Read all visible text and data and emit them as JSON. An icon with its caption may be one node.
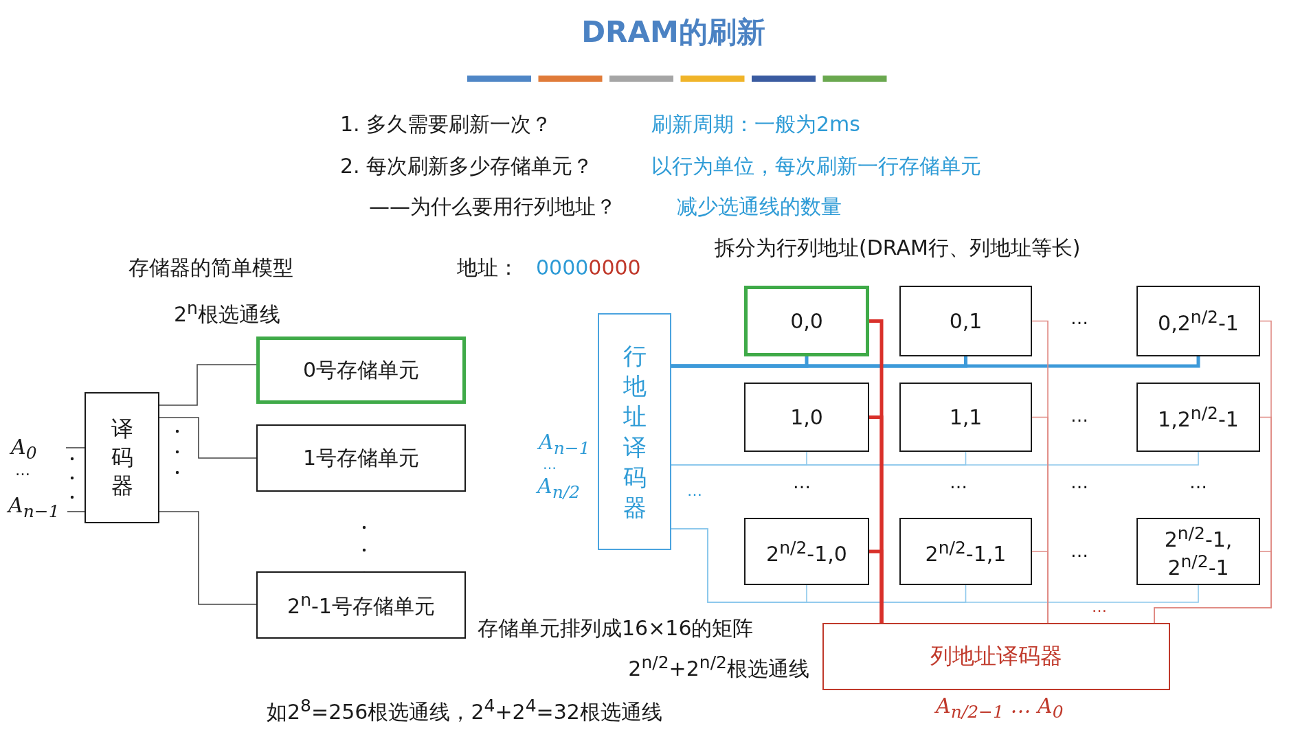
{
  "diagram": {
    "title": "DRAM的刷新",
    "nodes": [
      {
        "text": [
          "译码器"
        ]
      },
      {
        "text": [
          "0号存储单元"
        ]
      },
      {
        "text": [
          "1号存储单元"
        ]
      },
      {
        "text": [
          "2$^{n}$-1号存储单元"
        ]
      },
      {
        "text": [
          "A$_{0}$"
        ]
      },
      {
        "text": [
          "A$_{n−1}$"
        ]
      },
      {
        "text": [
          "行地址译码器"
        ]
      },
      {
        "text": [
          "0,0"
        ]
      },
      {
        "text": [
          "0,1"
        ]
      },
      {
        "text": [
          "0,2$^{n/2}$-1"
        ]
      },
      {
        "text": [
          "1,0"
        ]
      },
      {
        "text": [
          "1,1"
        ]
      },
      {
        "text": [
          "1,2$^{n/2}$-1"
        ]
      },
      {
        "text": [
          "2$^{n/2}$-1,0"
        ]
      },
      {
        "text": [
          "2$^{n/2}$-1,1"
        ]
      },
      {
        "text": [
          "2$^{n/2}$-1, 2$^{n/2}$-1"
        ]
      },
      {
        "text": [
          "列地址译码器"
        ]
      }
    ],
    "edges": [
      {
        "from": 0,
        "to": 1,
        "arrow": "none",
        "color": "#444444"
      },
      {
        "from": 0,
        "to": 2,
        "arrow": "none",
        "color": "#444444"
      },
      {
        "from": 0,
        "to": 3,
        "arrow": "none",
        "color": "#444444"
      },
      {
        "from": 4,
        "to": 0,
        "arrow": "none",
        "color": "#444444"
      },
      {
        "from": 5,
        "to": 0,
        "arrow": "none",
        "color": "#444444"
      },
      {
        "from": 6,
        "to": 7,
        "arrow": "none",
        "style": "thick",
        "color": "#3d9ad9"
      },
      {
        "from": 6,
        "to": 8,
        "arrow": "none",
        "style": "thick",
        "color": "#3d9ad9"
      },
      {
        "from": 6,
        "to": 9,
        "arrow": "none",
        "style": "thick",
        "color": "#3d9ad9"
      },
      {
        "from": 6,
        "to": 10,
        "arrow": "none",
        "color": "#8cc8ec"
      },
      {
        "from": 6,
        "to": 11,
        "arrow": "none",
        "color": "#8cc8ec"
      },
      {
        "from": 6,
        "to": 12,
        "arrow": "none",
        "color": "#8cc8ec"
      },
      {
        "from": 6,
        "to": 13,
        "arrow": "none",
        "color": "#8cc8ec"
      },
      {
        "from": 6,
        "to": 14,
        "arrow": "none",
        "color": "#8cc8ec"
      },
      {
        "from": 6,
        "to": 15,
        "arrow": "none",
        "color": "#8cc8ec"
      },
      {
        "from": 16,
        "to": 7,
        "arrow": "none",
        "style": "thick",
        "color": "#d9302a"
      },
      {
        "from": 16,
        "to": 10,
        "arrow": "none",
        "style": "thick",
        "color": "#d9302a"
      },
      {
        "from": 16,
        "to": 13,
        "arrow": "none",
        "style": "thick",
        "color": "#d9302a"
      },
      {
        "from": 16,
        "to": 8,
        "arrow": "none",
        "color": "#e08a84"
      },
      {
        "from": 16,
        "to": 11,
        "arrow": "none",
        "color": "#e08a84"
      },
      {
        "from": 16,
        "to": 14,
        "arrow": "none",
        "color": "#e08a84"
      },
      {
        "from": 16,
        "to": 9,
        "arrow": "none",
        "color": "#e08a84"
      },
      {
        "from": 16,
        "to": 12,
        "arrow": "none",
        "color": "#e08a84"
      },
      {
        "from": 16,
        "to": 15,
        "arrow": "none",
        "color": "#e08a84"
      }
    ],
    "labels": [
      "1. 多久需要刷新一次？",
      "刷新周期：一般为2ms",
      "2. 每次刷新多少存储单元？",
      "以行为单位，每次刷新一行存储单元",
      "——为什么要用行列地址？",
      "减少选通线的数量",
      "拆分为行列地址(DRAM行、列地址等长)",
      "存储器的简单模型",
      "地址：",
      "0000",
      "0000",
      "2$^{n}$根选通线",
      "…",
      "…",
      "A$_{n−1}$",
      "…",
      "A$_{n/2}$",
      "…",
      "…",
      "…",
      "…",
      "…",
      "…",
      "…",
      "…",
      "存储单元排列成16×16的矩阵",
      "2$^{n/2}$+2$^{n/2}$根选通线",
      "如2$^{8}$=256根选通线，2$^{4}$+2$^{4}$=32根选通线",
      "A$_{n/2−1}$ … A$_{0}$"
    ]
  }
}
